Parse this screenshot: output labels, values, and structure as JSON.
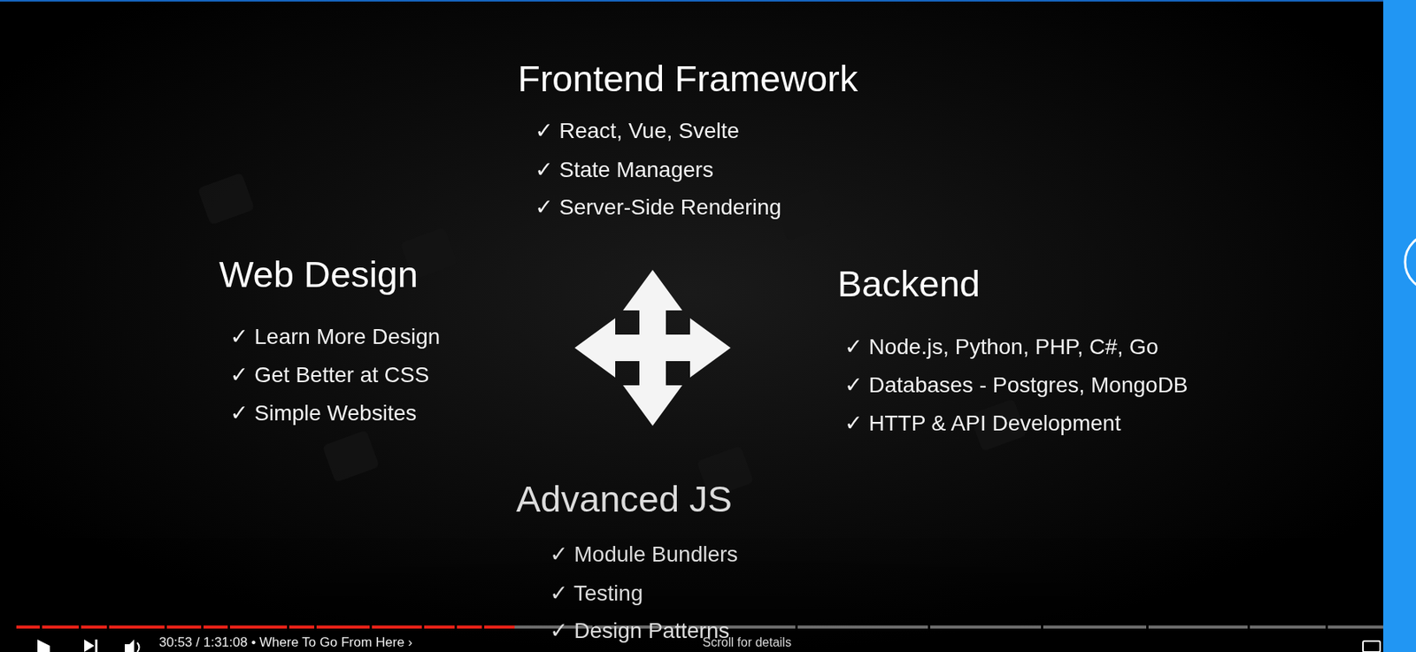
{
  "diagram": {
    "labels": [
      "Frontend Framework",
      "✓ React, Vue, Svelte",
      "✓ State Managers",
      "✓ Server-Side Rendering",
      "Web Design",
      "✓ Learn More Design",
      "✓ Get Better at CSS",
      "✓ Simple Websites",
      "Backend",
      "✓ Node.js, Python, PHP, C#, Go",
      "✓ Databases - Postgres, MongoDB",
      "✓ HTTP & API Development",
      "Advanced JS",
      "✓ Module Bundlers",
      "✓ Testing",
      "✓ Design Patterns",
      "30:53 / 1:31:08 • Where To Go From Here ›",
      "Scroll for details"
    ]
  }
}
